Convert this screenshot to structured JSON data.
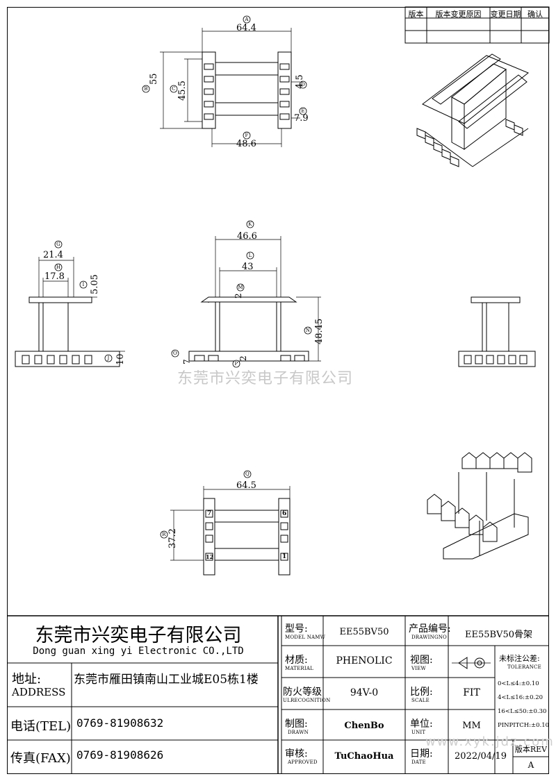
{
  "revision_table": {
    "headers": [
      "版本",
      "版本变更原因",
      "变更日期",
      "确认"
    ]
  },
  "dimensions": {
    "top_width": "64.4",
    "top_height": "55",
    "top_inner_height": "45.5",
    "top_pin_width": "4.5",
    "top_pin_pitch": "7.9",
    "top_bottom_width": "48.6",
    "side_outer": "21.4",
    "side_inner": "17.8",
    "side_flange": "5.05",
    "side_base": "10",
    "front_width": "46.6",
    "front_inner": "43",
    "front_wall_top": "2",
    "front_height": "48.45",
    "front_base": "7",
    "front_bottom_wall": "2",
    "bottom_width": "64.5",
    "bottom_height": "37.2",
    "pin_label_tl": "7",
    "pin_label_tr": "6",
    "pin_label_bl": "12",
    "pin_label_br": "1"
  },
  "balloons": {
    "a": "A",
    "b": "B",
    "c": "C",
    "d": "D",
    "e": "E",
    "f": "F",
    "g": "G",
    "h": "H",
    "i": "I",
    "j": "J",
    "k": "K",
    "l": "L",
    "m": "M",
    "n": "N",
    "o": "O",
    "p": "P",
    "q": "Q",
    "r": "R"
  },
  "watermark": "东莞市兴奕电子有限公司",
  "site_mark": "www.xyk.jdz.com",
  "title_block": {
    "company_cn": "东莞市兴奕电子有限公司",
    "company_en": "Dong guan xing yi Electronic CO.,LTD",
    "address_label_cn": "地址:",
    "address_label_en": "ADDRESS",
    "address_value": "东莞市雁田镇南山工业城E05栋1楼",
    "tel_label": "电话(TEL)",
    "tel_value": "0769-81908632",
    "fax_label": "传真(FAX)",
    "fax_value": "0769-81908626",
    "model_label_cn": "型号:",
    "model_label_en": "MODEL NAMW",
    "model_value": "EE55BV50",
    "material_label_cn": "材质:",
    "material_label_en": "MATERIAL",
    "material_value": "PHENOLIC",
    "fire_label_cn": "防火等级",
    "fire_label_en": "ULRECOGNITION",
    "fire_value": "94V-0",
    "drawn_label_cn": "制图:",
    "drawn_label_en": "DRAWN",
    "drawn_value": "ChenBo",
    "approved_label_cn": "审核:",
    "approved_label_en": "APPROVED",
    "approved_value": "TuChaoHua",
    "drawingno_label_cn": "产品编号:",
    "drawingno_label_en": "DRAWINGNO",
    "drawingno_value": "EE55BV50骨架",
    "view_label_cn": "视图:",
    "view_label_en": "VIEW",
    "scale_label_cn": "比例:",
    "scale_label_en": "SCALE",
    "scale_value": "FIT",
    "unit_label_cn": "单位:",
    "unit_label_en": "UNIT",
    "unit_value": "MM",
    "date_label_cn": "日期:",
    "date_label_en": "DATE",
    "date_value": "2022/04/19",
    "tolerance_label_cn": "未标注公差:",
    "tolerance_label_en": "TOLERANCE",
    "tolerance_lines": [
      "0<L≤4:±0.10",
      "4<L≤16:±0.20",
      "16<L≤50:±0.30",
      "PINPITCH:±0.10"
    ],
    "rev_label": "版本REV",
    "rev_value": "A"
  }
}
